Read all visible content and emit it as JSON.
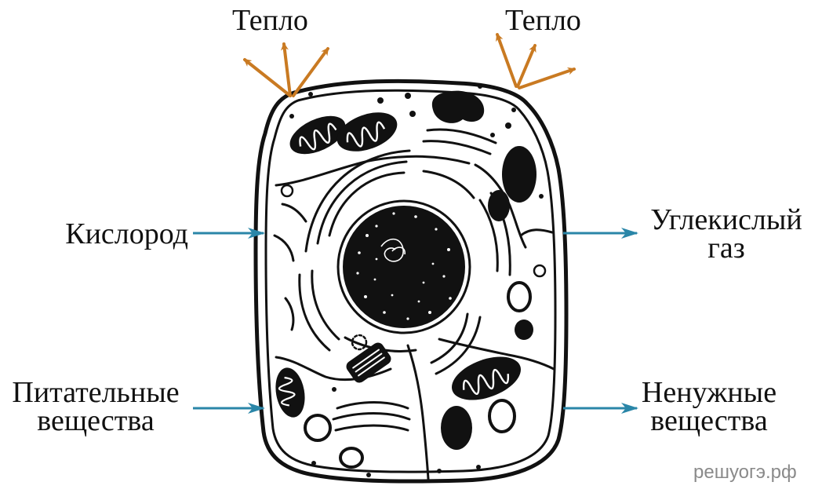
{
  "labels": {
    "heat_left": "Тепло",
    "heat_right": "Тепло",
    "oxygen": "Кислород",
    "co2_line1": "Углекислый",
    "co2_line2": "газ",
    "nutrients_line1": "Питательные",
    "nutrients_line2": "вещества",
    "waste_line1": "Ненужные",
    "waste_line2": "вещества"
  },
  "watermark": "решуогэ.рф",
  "colors": {
    "heat_arrow": "#c97a22",
    "flow_arrow": "#2a86a8",
    "ink": "#111111"
  }
}
